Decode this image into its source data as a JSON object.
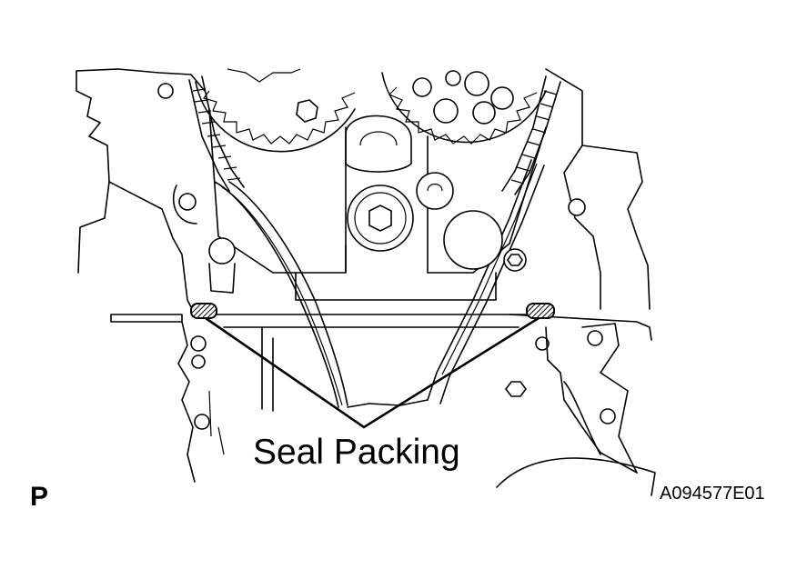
{
  "callout": {
    "text": "Seal Packing"
  },
  "corner_mark": "P",
  "figure_id": "A094577E01",
  "colors": {
    "line": "#000000",
    "background": "#ffffff"
  }
}
